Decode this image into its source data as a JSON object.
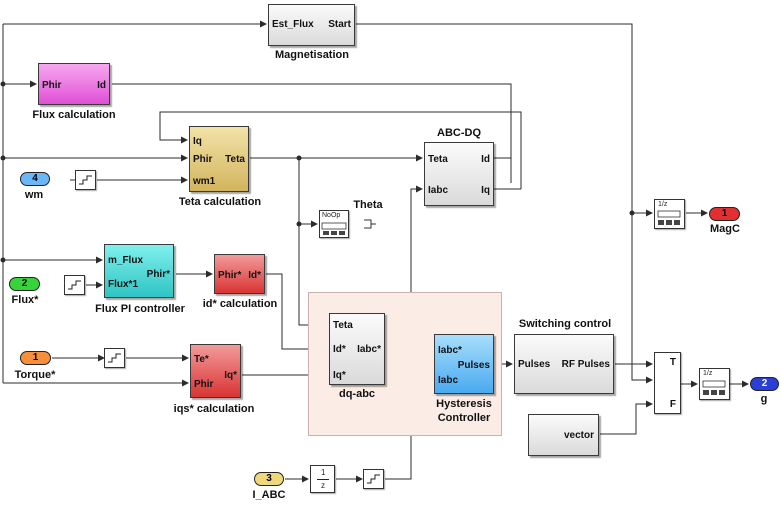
{
  "blocks": {
    "magnetisation": {
      "in": "Est_Flux",
      "out": "Start",
      "label": "Magnetisation"
    },
    "flux_calc": {
      "in": "Phir",
      "out": "Id",
      "label": "Flux calculation"
    },
    "teta_calc": {
      "in1": "Iq",
      "in2": "Phir",
      "in3": "wm1",
      "out": "Teta",
      "label": "Teta calculation"
    },
    "abc_dq": {
      "title": "ABC-DQ",
      "in1": "Teta",
      "in2": "Iabc",
      "out1": "Id",
      "out2": "Iq"
    },
    "flux_pi": {
      "in1": "m_Flux",
      "in2": "Flux*1",
      "out": "Phir*",
      "label": "Flux PI controller"
    },
    "id_calc": {
      "in": "Phir*",
      "out": "Id*",
      "label": "id* calculation"
    },
    "iqs_calc": {
      "in1": "Te*",
      "in2": "Phir",
      "out": "Iq*",
      "label": "iqs* calculation"
    },
    "dq_abc": {
      "in1": "Teta",
      "in2": "Id*",
      "in3": "Iq*",
      "out": "Iabc*",
      "label": "dq-abc"
    },
    "hysteresis": {
      "in1": "Iabc*",
      "in2": "Iabc",
      "out": "Pulses",
      "label1": "Hysteresis",
      "label2": "Controller"
    },
    "switching": {
      "title": "Switching control",
      "in": "Pulses",
      "out": "RF Pulses"
    },
    "vector": {
      "out": "vector"
    },
    "switch": {
      "t": "T",
      "f": "F"
    },
    "theta_scope": {
      "label": "Theta",
      "text": "NoOp"
    },
    "delay1": {
      "text": "1/z"
    },
    "delay2": {
      "text": "1/z"
    },
    "unit_delay": {
      "num": "1",
      "den": "z"
    }
  },
  "ports_in": [
    {
      "num": "4",
      "name": "wm"
    },
    {
      "num": "2",
      "name": "Flux*"
    },
    {
      "num": "1",
      "name": "Torque*"
    },
    {
      "num": "3",
      "name": "I_ABC"
    }
  ],
  "ports_out": [
    {
      "num": "1",
      "name": "MagC"
    },
    {
      "num": "2",
      "name": "g"
    }
  ],
  "colors": {
    "line": "#2b2b2b",
    "pink": "#e04fd5",
    "gold": "#d2b45e",
    "teal": "#2fc4c4",
    "red": "#d93434",
    "blue": "#4aaaf0",
    "subsystem_bg": "#fbece6"
  }
}
